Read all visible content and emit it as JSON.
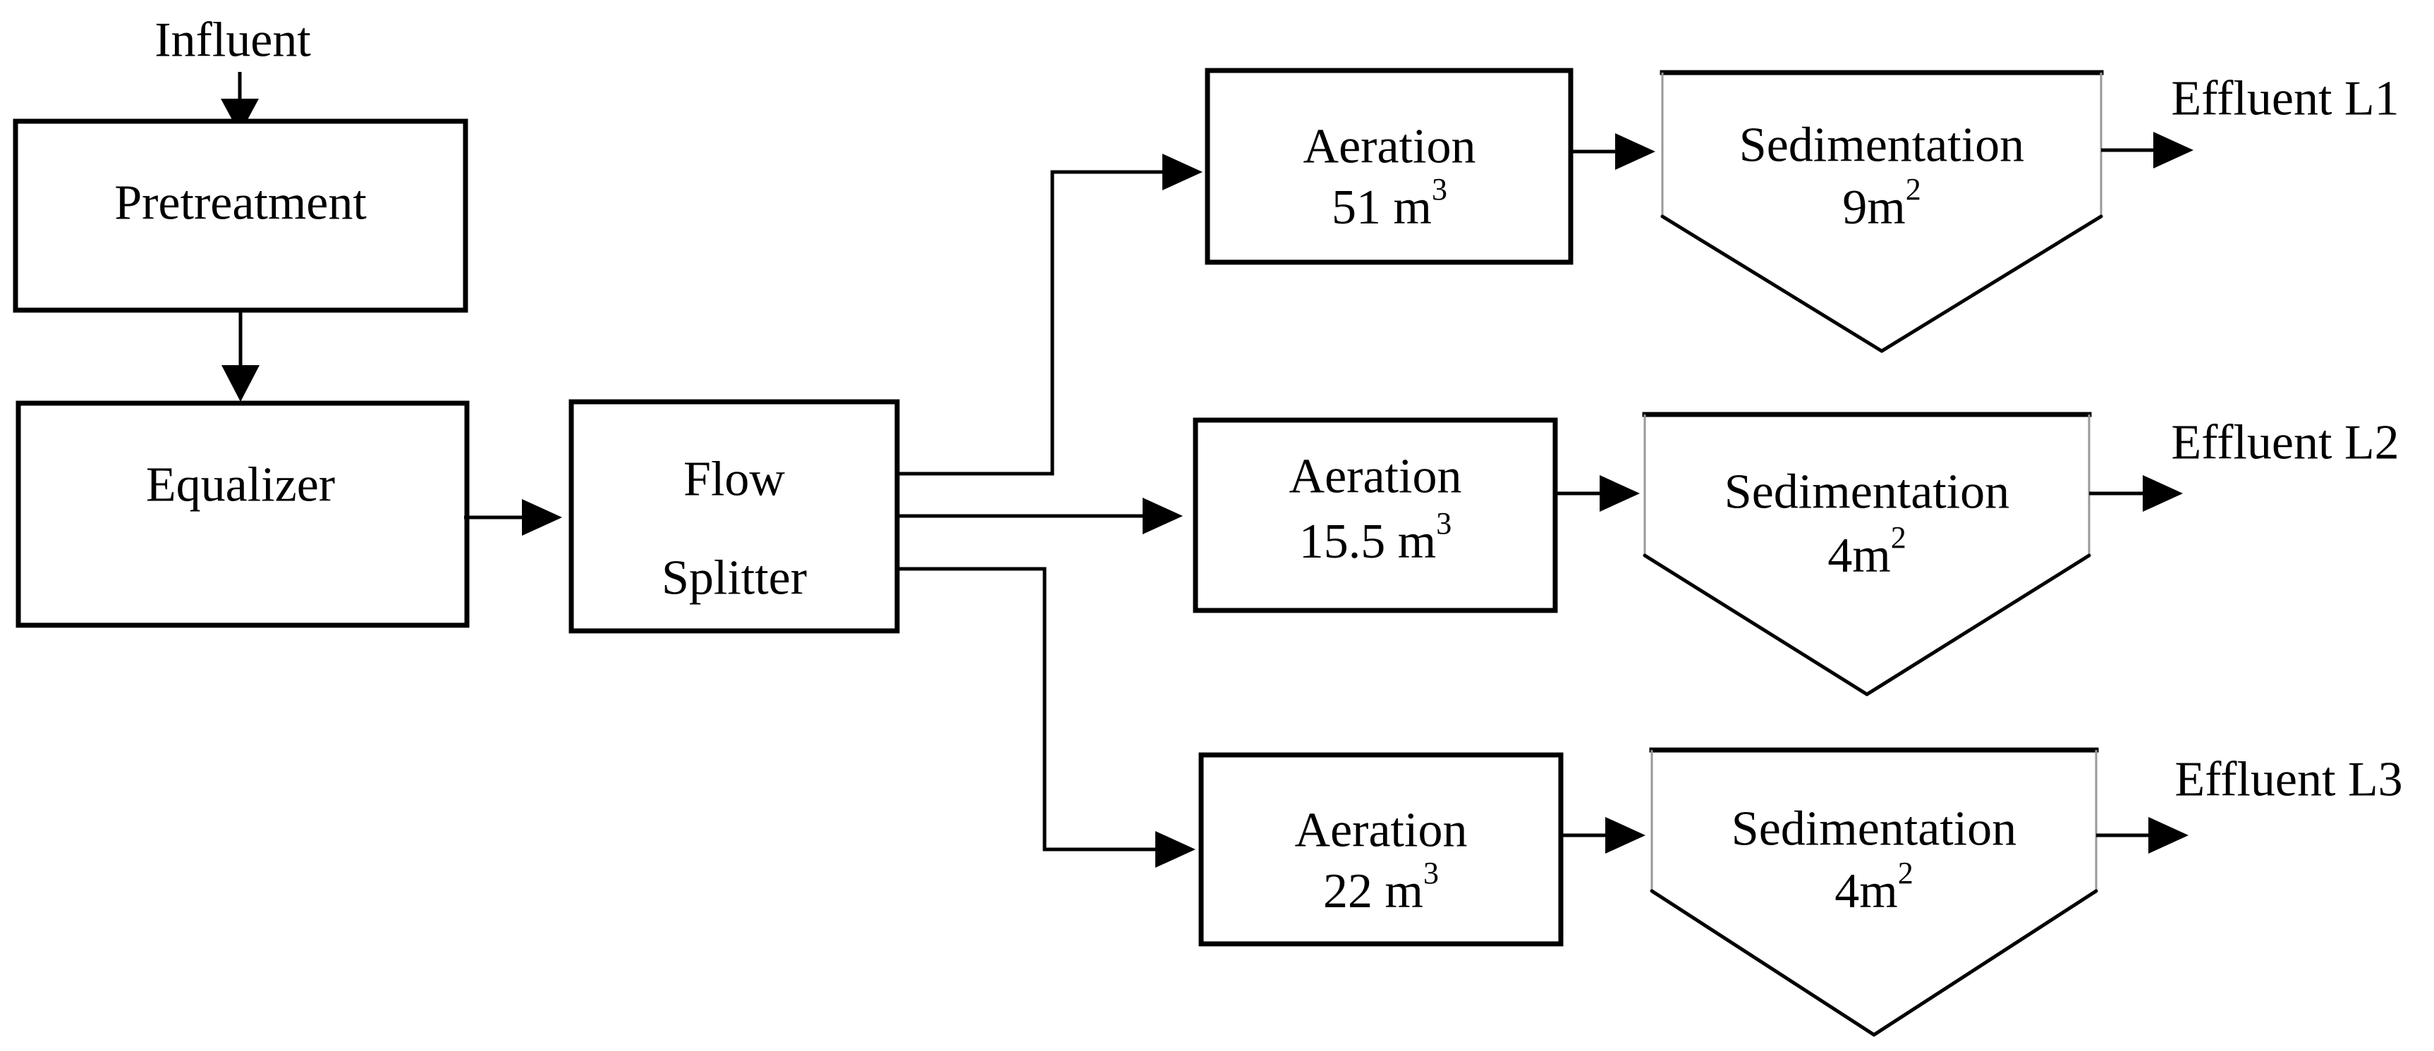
{
  "figure": {
    "influent": {
      "label": "Influent"
    },
    "pretreatment": {
      "label": "Pretreatment"
    },
    "equalizer": {
      "label": "Equalizer"
    },
    "flow_splitter": {
      "label_line1": "Flow",
      "label_line2": "Splitter"
    },
    "lines": [
      {
        "id": "L1",
        "aeration": {
          "name": "Aeration",
          "volume_base": "51 m",
          "volume_exponent": "3"
        },
        "sedimentation": {
          "name": "Sedimentation",
          "area_base": "9m",
          "area_exponent": "2"
        },
        "effluent_label": "Effluent L1"
      },
      {
        "id": "L2",
        "aeration": {
          "name": "Aeration",
          "volume_base": "15.5 m",
          "volume_exponent": "3"
        },
        "sedimentation": {
          "name": "Sedimentation",
          "area_base": "4m",
          "area_exponent": "2"
        },
        "effluent_label": "Effluent L2"
      },
      {
        "id": "L3",
        "aeration": {
          "name": "Aeration",
          "volume_base": "22 m",
          "volume_exponent": "3"
        },
        "sedimentation": {
          "name": "Sedimentation",
          "area_base": "4m",
          "area_exponent": "2"
        },
        "effluent_label": "Effluent L3"
      }
    ],
    "colors": {
      "line": "#000000",
      "text": "#000000",
      "background": "#ffffff",
      "shape_fill": "#ffffff",
      "pentagon_side": "#999999"
    }
  }
}
